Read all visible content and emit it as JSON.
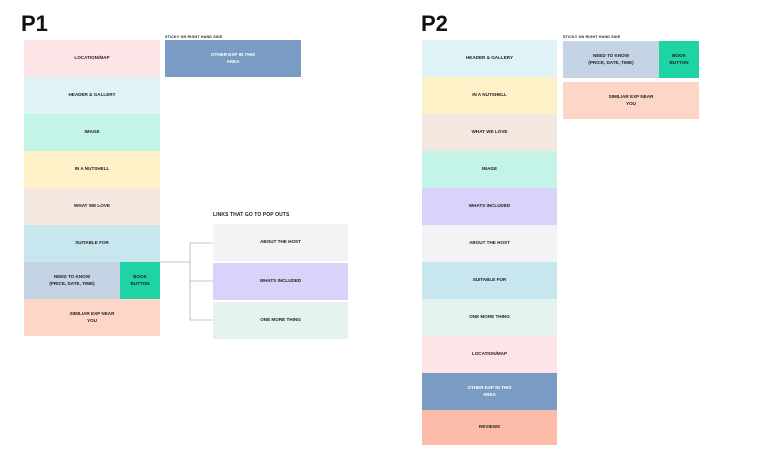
{
  "p1": {
    "title": "P1",
    "sticky_note": "STICKY ON RIGHT HAND SIDE",
    "sections": [
      {
        "label": "LOCATION/MAP"
      },
      {
        "label": "HEADER & GALLERY"
      },
      {
        "label": "IMAGE"
      },
      {
        "label": "IN A NUTSHELL"
      },
      {
        "label": "WHAT WE LOVE"
      },
      {
        "label": "SUITABLE FOR"
      },
      {
        "label": "NEED TO KNOW\n(PRICE, DATE, TIME)"
      },
      {
        "label": "SIMILIAR EXP NEAR\nYOU"
      }
    ],
    "book_button": "BOOK\nBUTTON",
    "sticky_box": "OTHER EXP IN THIS\nAREA",
    "popouts_heading": "LINKS THAT GO TO POP OUTS",
    "popouts": [
      {
        "label": "ABOUT THE HOST"
      },
      {
        "label": "WHATS INCLUDED"
      },
      {
        "label": "ONE MORE THING"
      }
    ]
  },
  "p2": {
    "title": "P2",
    "sticky_note": "STICKY ON RIGHT HAND SIDE",
    "sections": [
      {
        "label": "HEADER & GALLERY"
      },
      {
        "label": "IN A NUTSHELL"
      },
      {
        "label": "WHAT WE LOVE"
      },
      {
        "label": "IMAGE"
      },
      {
        "label": "WHATS INCLUDED"
      },
      {
        "label": "ABOUT THE HOST"
      },
      {
        "label": "SUITABLE FOR"
      },
      {
        "label": "ONE MORE THING"
      },
      {
        "label": "LOCATION/MAP"
      },
      {
        "label": "OTHER EXP IN THIS\nAREA"
      },
      {
        "label": "REVIEWS"
      }
    ],
    "sticky_need": "NEED TO KNOW\n(PRICE, DATE, TIME)",
    "book_button": "BOOK\nBUTTON",
    "sticky_similar": "SIMILIAR EXP NEAR\nYOU"
  },
  "colors": {
    "pink": "#fde4e6",
    "light_blue": "#dff3f7",
    "mint": "#c4f4e8",
    "yellow": "#fdf2c7",
    "beige": "#f4e7df",
    "pale_blue": "#c8e6ee",
    "slate": "#c5d4e4",
    "peach": "#fed6c7",
    "green_button": "#1ed3a4",
    "steel": "#7a9cc4",
    "grey": "#f2f3f5",
    "lavender": "#d9d3fb",
    "pale_green": "#e4f3ee",
    "salmon": "#fdbba9"
  }
}
